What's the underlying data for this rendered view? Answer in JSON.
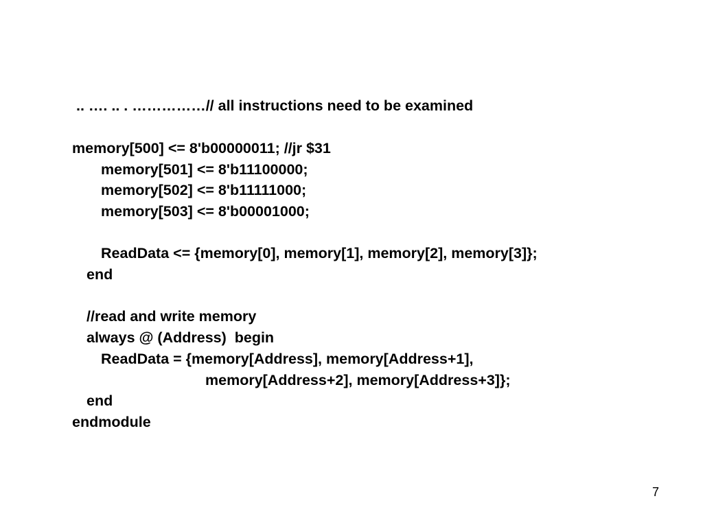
{
  "slide": {
    "lines": [
      " .. …. .. . ……………// all instructions need to be examined",
      "memory[500] <= 8'b00000011; //jr $31",
      "memory[501] <= 8'b11100000;",
      "memory[502] <= 8'b11111000;",
      "memory[503] <= 8'b00001000;",
      "ReadData <= {memory[0], memory[1], memory[2], memory[3]};",
      "end",
      "//read and write memory",
      "always @ (Address)  begin",
      "ReadData = {memory[Address], memory[Address+1],",
      "memory[Address+2], memory[Address+3]};",
      "end",
      "endmodule"
    ],
    "page_number": "7"
  }
}
